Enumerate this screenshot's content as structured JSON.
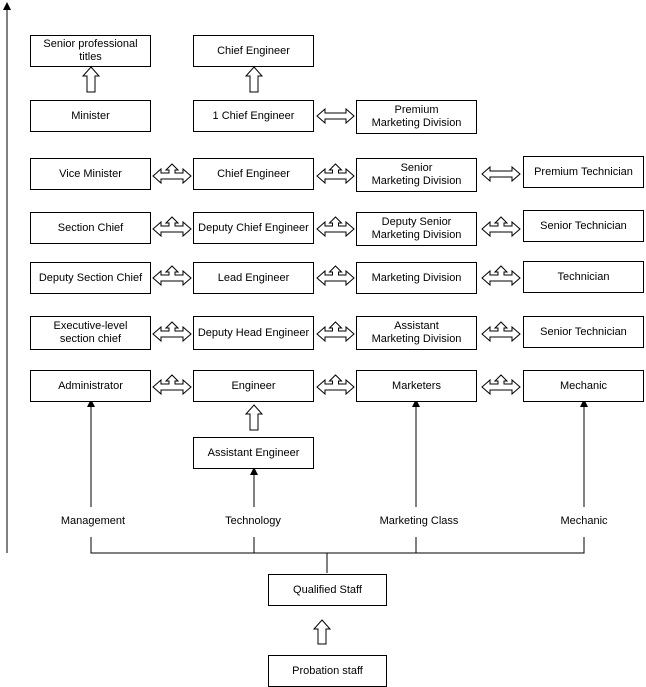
{
  "management_column": {
    "senior_titles": "Senior professional titles",
    "minister": "Minister",
    "vice_minister": "Vice Minister",
    "section_chief": "Section Chief",
    "deputy_section_chief": "Deputy Section Chief",
    "executive_section_chief": "Executive-level\nsection chief",
    "administrator": "Administrator",
    "category": "Management"
  },
  "technology_column": {
    "chief_engineer_top": "Chief Engineer",
    "first_chief_engineer": "1 Chief Engineer",
    "chief_engineer": "Chief Engineer",
    "deputy_chief_engineer": "Deputy Chief Engineer",
    "lead_engineer": "Lead Engineer",
    "deputy_head_engineer": "Deputy Head Engineer",
    "engineer": "Engineer",
    "assistant_engineer": "Assistant Engineer",
    "category": "Technology"
  },
  "marketing_column": {
    "premium_division": "Premium\nMarketing Division",
    "senior_division": "Senior\nMarketing Division",
    "deputy_senior_division": "Deputy Senior\nMarketing Division",
    "division": "Marketing Division",
    "assistant_division": "Assistant\nMarketing Division",
    "marketers": "Marketers",
    "category": "Marketing Class"
  },
  "mechanic_column": {
    "premium_technician": "Premium Technician",
    "senior_technician_upper": "Senior Technician",
    "technician": "Technician",
    "senior_technician_lower": "Senior Technician",
    "mechanic": "Mechanic",
    "category": "Mechanic"
  },
  "base": {
    "qualified_staff": "Qualified Staff",
    "probation_staff": "Probation staff"
  }
}
